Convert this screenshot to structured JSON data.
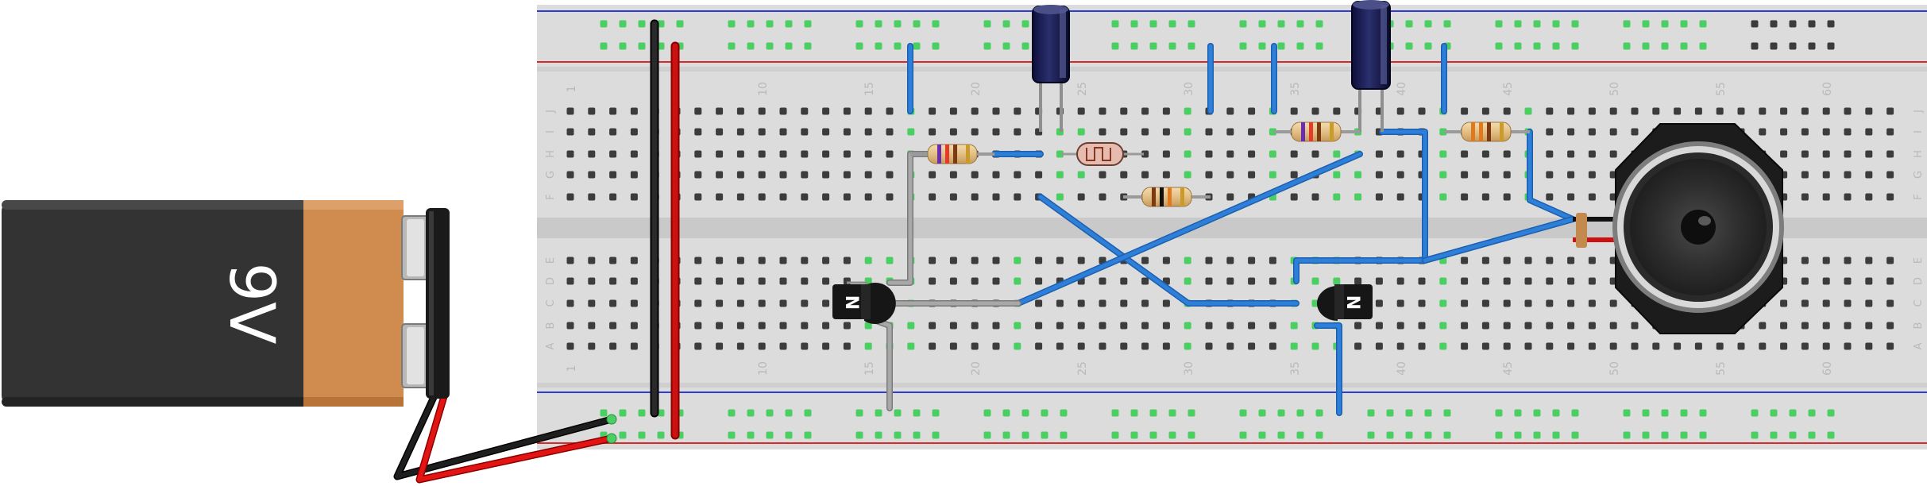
{
  "battery": {
    "label": "9V",
    "body_color": "#333333",
    "label_band_color": "#d08c4f",
    "terminal_color": "#c8c8c8"
  },
  "breadboard": {
    "column_count": 63,
    "column_number_labels": [
      "1",
      "10",
      "15",
      "20",
      "25",
      "30",
      "35",
      "40",
      "45",
      "50",
      "55",
      "60"
    ],
    "upper_row_letters": [
      "J",
      "I",
      "H",
      "G",
      "F"
    ],
    "lower_row_letters": [
      "E",
      "D",
      "C",
      "B",
      "A"
    ],
    "board_color": "#dcdcdc",
    "hole_color": "#3c3c3c",
    "connected_hole_color": "#4ccf62",
    "rail_blue": "#2c3cd4",
    "rail_red": "#d42c2c"
  },
  "components": {
    "capacitors": 2,
    "resistors": 4,
    "photoresistor": 1,
    "transistors": [
      {
        "label": "N"
      },
      {
        "label": "N"
      }
    ],
    "speaker": 1
  },
  "wires": {
    "power_black": "#111111",
    "power_red": "#cc1111",
    "signal_blue": "#2e7fd8",
    "signal_grey": "#9a9a9a"
  }
}
